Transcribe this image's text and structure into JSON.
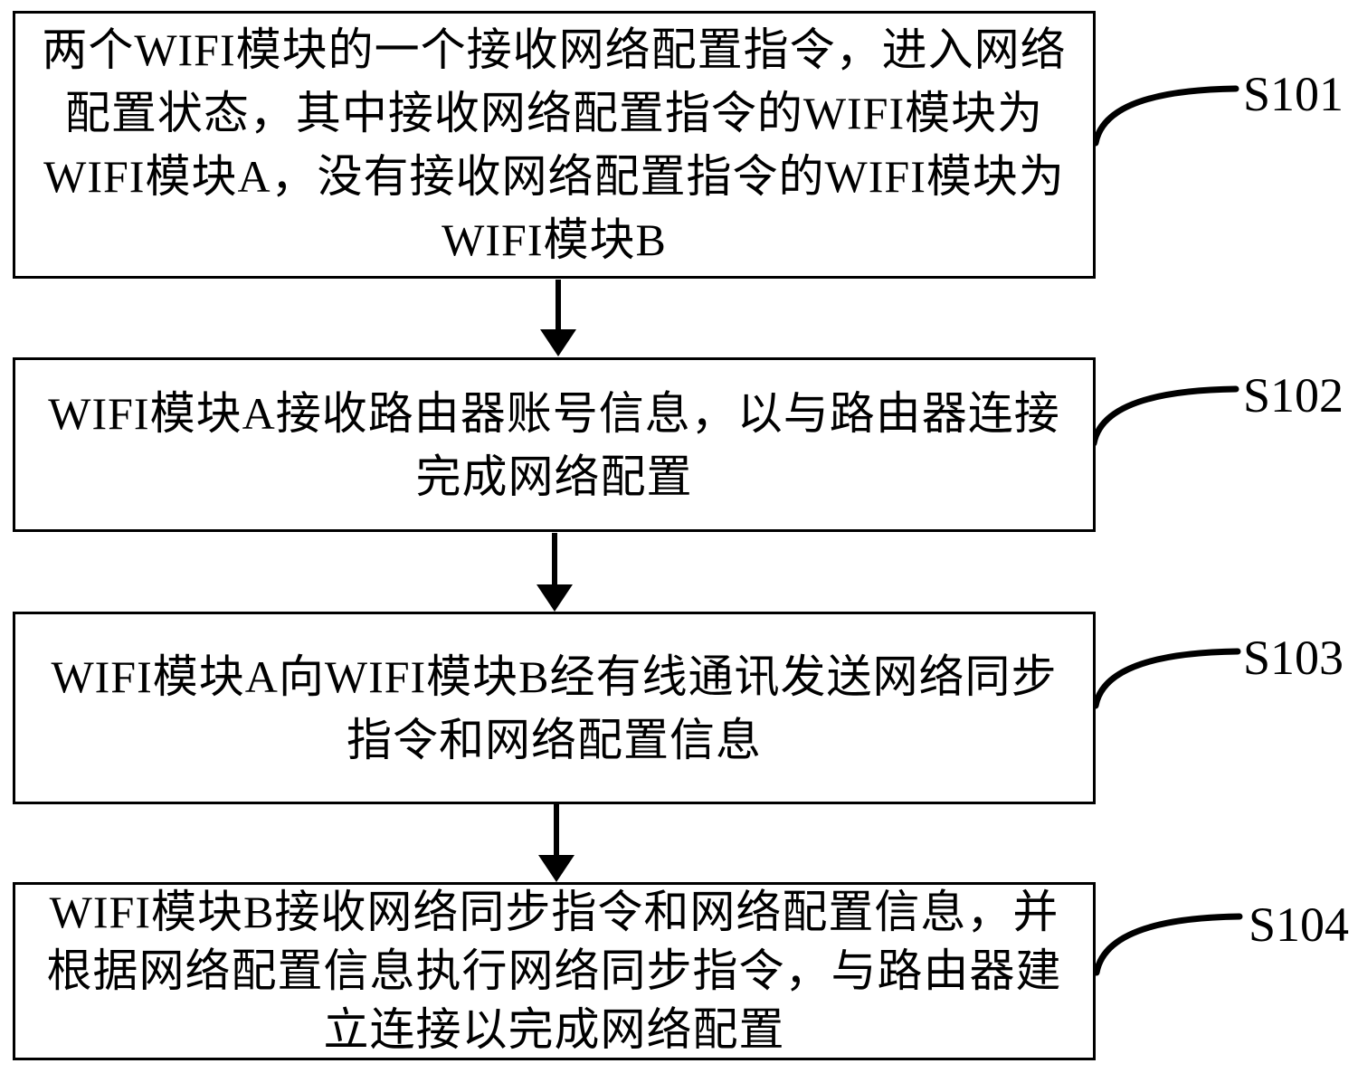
{
  "figure": {
    "background_color": "#ffffff",
    "line_color": "#000000",
    "type": "flowchart"
  },
  "steps": [
    {
      "label": "S101",
      "lines": [
        "两个WIFI模块的一个接收网络配置指令，进入网络",
        "配置状态，其中接收网络配置指令的WIFI模块为",
        "WIFI模块A，没有接收网络配置指令的WIFI模块为",
        "WIFI模块B"
      ]
    },
    {
      "label": "S102",
      "lines": [
        "WIFI模块A接收路由器账号信息，以与路由器连接",
        "完成网络配置"
      ]
    },
    {
      "label": "S103",
      "lines": [
        "WIFI模块A向WIFI模块B经有线通讯发送网络同步",
        "指令和网络配置信息"
      ]
    },
    {
      "label": "S104",
      "lines": [
        "WIFI模块B接收网络同步指令和网络配置信息，并",
        "根据网络配置信息执行网络同步指令，与路由器建",
        "立连接以完成网络配置"
      ]
    }
  ]
}
